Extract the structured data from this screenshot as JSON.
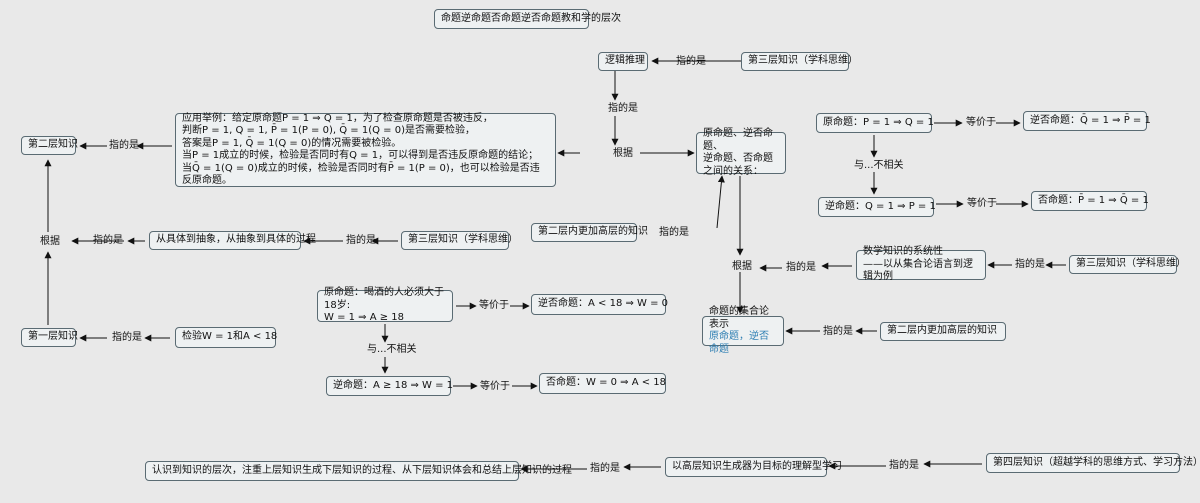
{
  "title": "命题逆命题否命题逆否命题教和学的层次",
  "labels": {
    "zhi_de_shi": "指的是",
    "gen_ju": "根据",
    "deng_jia_yu": "等价于",
    "yu_bu_xiang_guan": "与...不相关"
  },
  "nodes": {
    "luoji_tuili": "逻辑推理",
    "third_thinking": "第三层知识（学科思维）",
    "second_layer": "第二层知识",
    "first_layer": "第一层知识",
    "example_lines": [
      "应用举例：给定原命题P = 1 ⇒ Q = 1，为了检查原命题是否被违反，",
      "判断P = 1, Q = 1, P̄ = 1(P = 0), Q̄ = 1(Q = 0)是否需要检验，",
      "答案是P = 1, Q̄ = 1(Q = 0)的情况需要被检验。",
      "当P = 1成立的时候，检验是否同时有Q = 1，可以得到是否违反原命题的结论；",
      "当Q̄ = 1(Q = 0)成立的时候，检验是否同时有P̄ = 1(P = 0)，也可以检验是否违反原命题。"
    ],
    "relation_lines": [
      "原命题、逆否命题、",
      "逆命题、否命题",
      "之间的关系："
    ],
    "second_higher": "第二层内更加高层的知识",
    "concrete_abstract": "从具体到抽象，从抽象到具体的过程",
    "third_thinking_2": "第三层知识（学科思维）",
    "check_w": "检验W = 1和A < 18",
    "drink_lines": [
      "原命题：喝酒的人必须大于18岁:",
      "W = 1 ⇒ A ≥ 18"
    ],
    "drink_contrapositive": "逆否命题：A < 18 ⇒ W = 0",
    "drink_converse": "逆命题：A ≥ 18 ⇒ W = 1",
    "drink_inverse": "否命题：W = 0 ⇒ A < 18",
    "orig_pq": "原命题：P = 1 ⇒ Q = 1",
    "contra_pq": "逆否命题：Q̄ = 1 ⇒ P̄ = 1",
    "converse_pq": "逆命题：Q = 1 ⇒ P = 1",
    "inverse_pq": "否命题：P̄ = 1 ⇒ Q̄ = 1",
    "system_lines": [
      "数学知识的系统性",
      "——以从集合论语言到逻辑为例"
    ],
    "third_thinking_3": "第三层知识（学科思维）",
    "set_lines": [
      "命题的集合论表示",
      "原命题，逆否命题"
    ],
    "second_higher_2": "第二层内更加高层的知识",
    "fourth_layer": "第四层知识（超越学科的思维方式、学习方法）",
    "high_gen": "以高层知识生成器为目标的理解型学习",
    "recognize": "认识到知识的层次，注重上层知识生成下层知识的过程、从下层知识体会和总结上层知识的过程"
  },
  "colors": {
    "background": "#e9e9e9",
    "node_fill": "#eef1f2",
    "node_border": "#5a6b73",
    "edge": "#111111",
    "highlight": "#2f7fb3"
  }
}
